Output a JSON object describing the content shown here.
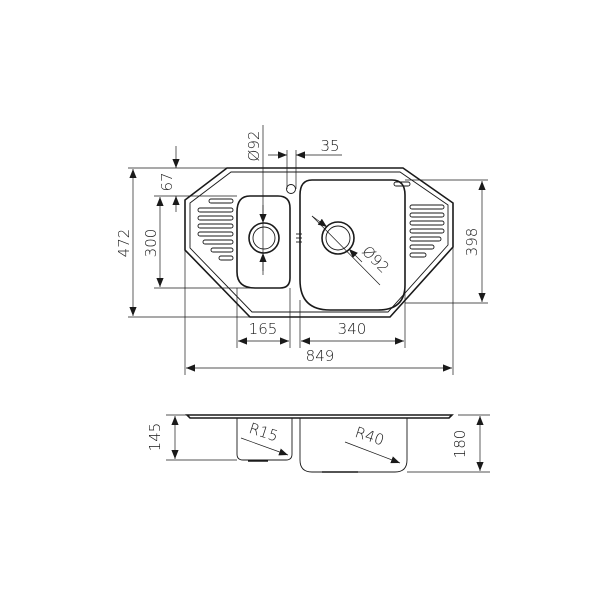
{
  "dimensions": {
    "overall_depth": "472",
    "small_bowl_length": "300",
    "tap_offset": "67",
    "large_bowl_length": "398",
    "small_drain_diameter": "Ø92",
    "tap_spacing": "35",
    "small_bowl_width": "165",
    "large_bowl_width": "340",
    "overall_width": "849",
    "large_drain_diameter": "Ø92",
    "small_bowl_depth": "145",
    "large_bowl_depth": "180",
    "small_bowl_radius": "R15",
    "large_bowl_radius": "R40"
  },
  "colors": {
    "line": "#1a1a1a",
    "background": "#ffffff"
  }
}
